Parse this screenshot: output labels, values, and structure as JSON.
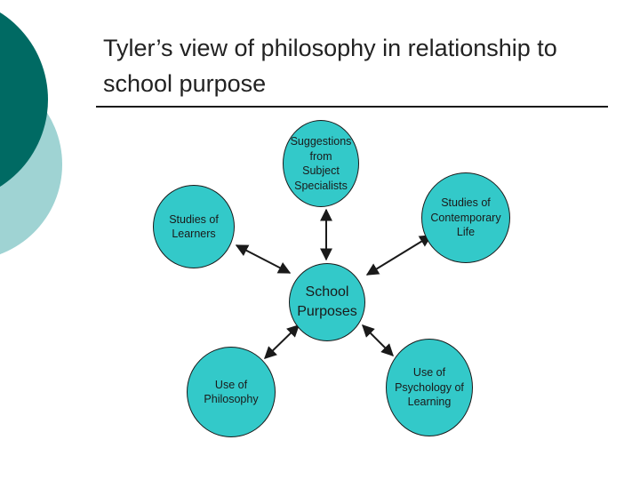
{
  "slide": {
    "title": "Tyler’s view of philosophy in relationship to school purpose"
  },
  "colors": {
    "node_fill": "#33c9c9",
    "deco_dark": "#006a63",
    "deco_light": "#9fd3d3",
    "line": "#1a1a1a"
  },
  "diagram": {
    "center": "School\nPurposes",
    "nodes": {
      "subject_specialists": "Suggestions\nfrom\nSubject\nSpecialists",
      "contemporary_life": "Studies of\nContemporary\nLife",
      "learners": "Studies of\nLearners",
      "philosophy": "Use of\nPhilosophy",
      "psychology": "Use of\nPsychology of\nLearning"
    },
    "connections": [
      {
        "from": "subject_specialists",
        "to": "center",
        "arrows": "both"
      },
      {
        "from": "contemporary_life",
        "to": "center",
        "arrows": "both"
      },
      {
        "from": "learners",
        "to": "center",
        "arrows": "both"
      },
      {
        "from": "philosophy",
        "to": "center",
        "arrows": "both"
      },
      {
        "from": "psychology",
        "to": "center",
        "arrows": "both"
      }
    ]
  }
}
